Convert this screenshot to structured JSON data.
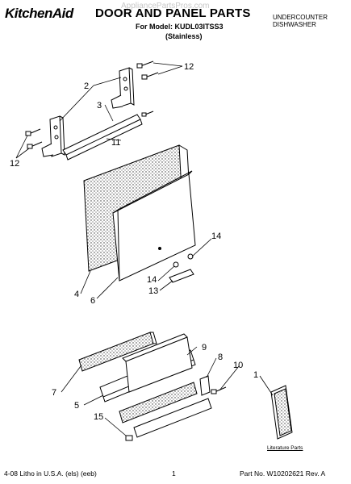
{
  "header": {
    "brand": "KitchenAid",
    "title": "DOOR AND PANEL PARTS",
    "watermark": "AppliancePartsPros.com",
    "model_line": "For Model: KUDL03ITSS3",
    "finish": "(Stainless)",
    "category_line1": "UNDERCOUNTER",
    "category_line2": "DISHWASHER"
  },
  "callouts": [
    "12",
    "2",
    "3",
    "11",
    "12",
    "4",
    "6",
    "14",
    "14",
    "13",
    "7",
    "9",
    "8",
    "10",
    "1",
    "5",
    "15"
  ],
  "literature_label": "Literature Parts",
  "footer": {
    "left": "4-08 Litho in U.S.A. (els) (eeb)",
    "page": "1",
    "right": "Part No. W10202621 Rev. A"
  },
  "icons": [
    "hinge-bracket",
    "screw",
    "door-panel",
    "toe-kick",
    "literature-booklet"
  ]
}
